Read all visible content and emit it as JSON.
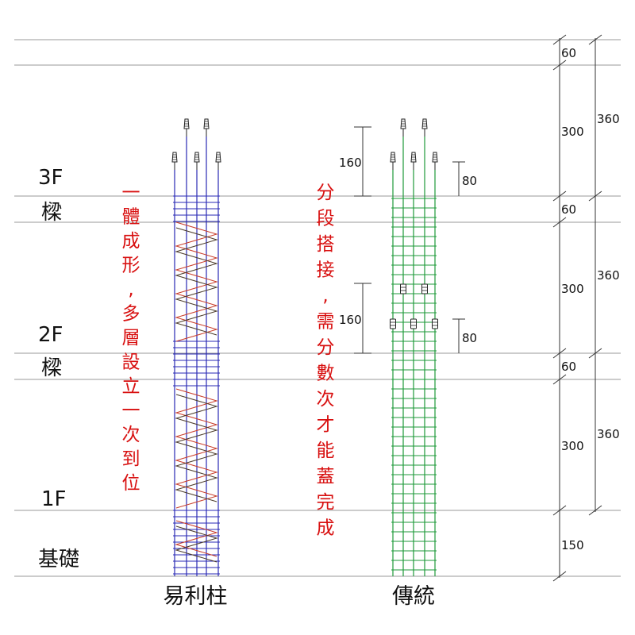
{
  "floor_labels": {
    "f3": "3F",
    "beam3": "樑",
    "f2": "2F",
    "beam2": "樑",
    "f1": "1F",
    "foundation": "基礎"
  },
  "column_titles": {
    "left": "易利柱",
    "right": "傳統"
  },
  "annotations": {
    "left_text": "一體成形,多層設立一次到位",
    "right_text": "分段搭接,需分數次才能蓋完成"
  },
  "dimensions": {
    "right_small": [
      "60",
      "300",
      "60",
      "300",
      "60",
      "300",
      "150"
    ],
    "right_total": [
      "360",
      "360",
      "360"
    ],
    "rebar_upper_long": "160",
    "rebar_upper_short": "80",
    "rebar_mid_long": "160",
    "rebar_mid_short": "80"
  },
  "colors": {
    "line": "#999999",
    "dim": "#333333",
    "blue_rebar": "#2a2ab4",
    "spiral_red": "#c83c2a",
    "spiral_dark": "#4a3a2a",
    "green_rebar": "#1e9a3a",
    "red_text": "#d81010"
  }
}
